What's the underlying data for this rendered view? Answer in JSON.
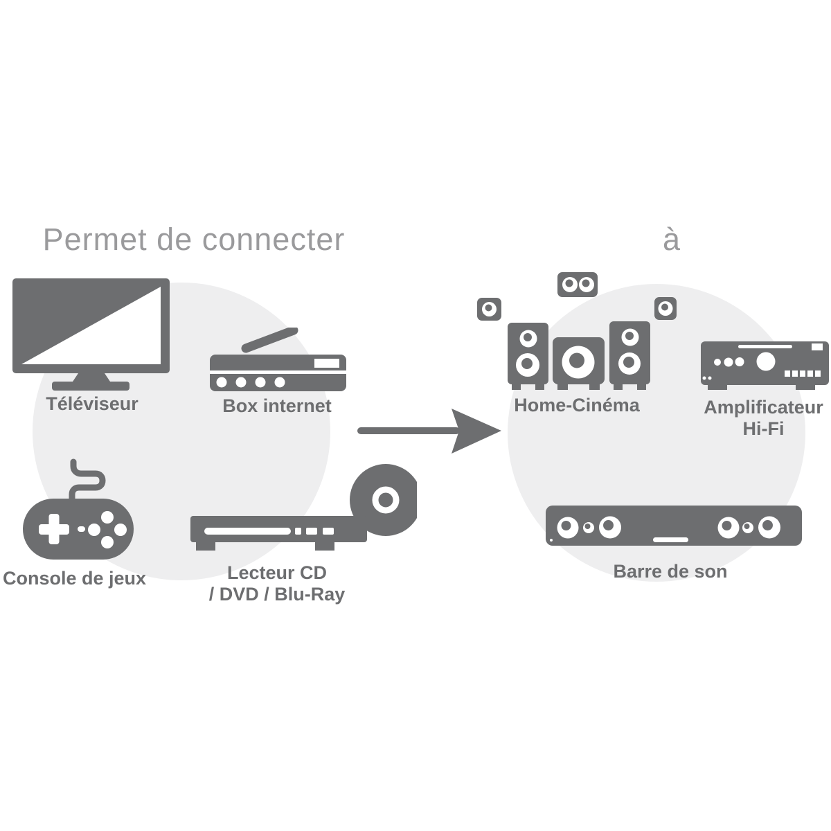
{
  "colors": {
    "icon_gray": "#6d6e70",
    "label_gray": "#6d6e70",
    "title_gray": "#9a9a9c",
    "circle_gray": "#eeeeef"
  },
  "left_group": {
    "heading": "Permet de connecter",
    "items": [
      {
        "icon": "tv-icon",
        "label": "Téléviseur"
      },
      {
        "icon": "internet-box-icon",
        "label": "Box internet"
      },
      {
        "icon": "game-controller-icon",
        "label": "Console de jeux"
      },
      {
        "icon": "disc-player-icon",
        "label_line1": "Lecteur CD",
        "label_line2": "/ DVD / Blu-Ray"
      }
    ]
  },
  "arrow": {
    "icon": "arrow-right-icon"
  },
  "right_group": {
    "heading": "à",
    "items": [
      {
        "icon": "home-cinema-speakers-icon",
        "label": "Home-Cinéma"
      },
      {
        "icon": "hifi-amplifier-icon",
        "label_line1": "Amplificateur",
        "label_line2": "Hi-Fi"
      },
      {
        "icon": "soundbar-icon",
        "label": "Barre de son"
      }
    ]
  }
}
